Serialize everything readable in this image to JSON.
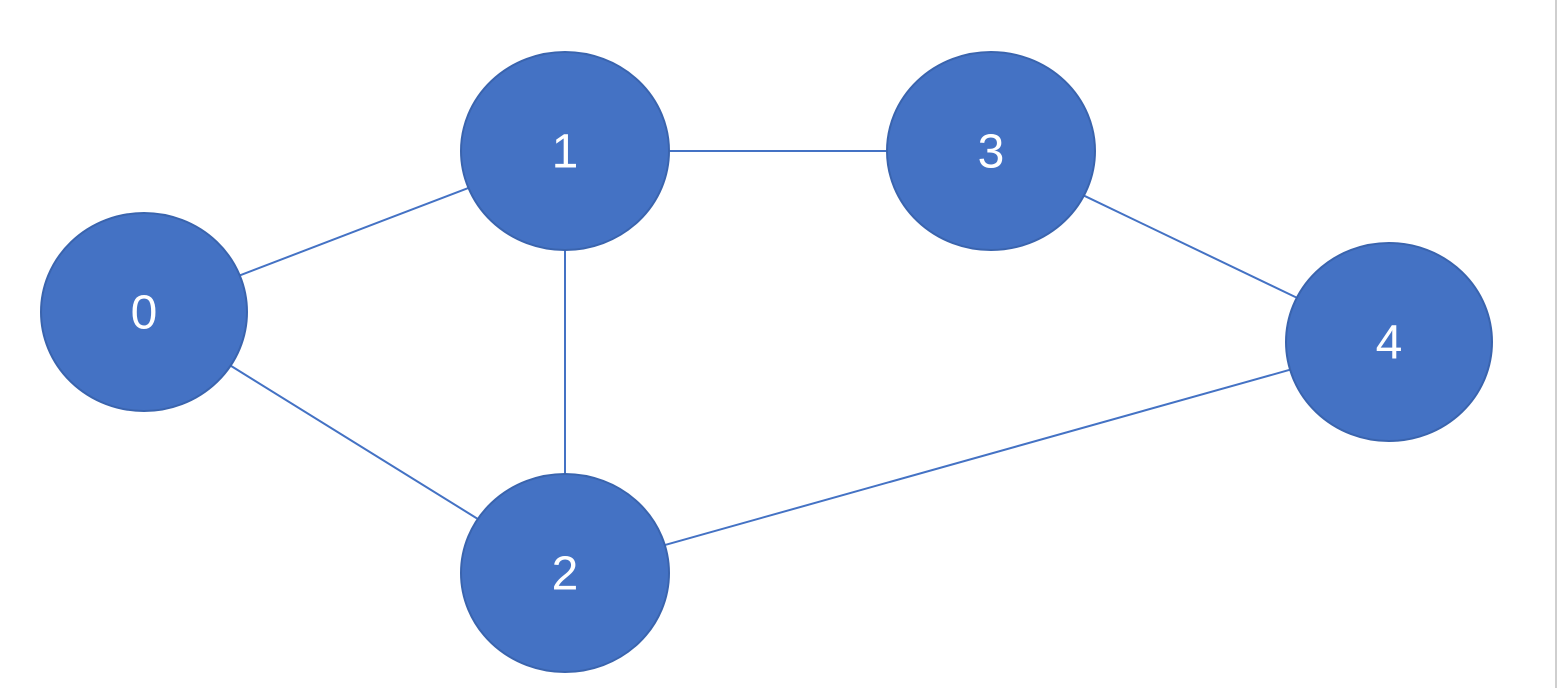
{
  "graph": {
    "nodes": [
      {
        "id": "0",
        "label": "0"
      },
      {
        "id": "1",
        "label": "1"
      },
      {
        "id": "2",
        "label": "2"
      },
      {
        "id": "3",
        "label": "3"
      },
      {
        "id": "4",
        "label": "4"
      }
    ],
    "edges": [
      {
        "from": "0",
        "to": "1"
      },
      {
        "from": "0",
        "to": "2"
      },
      {
        "from": "1",
        "to": "2"
      },
      {
        "from": "1",
        "to": "3"
      },
      {
        "from": "3",
        "to": "4"
      },
      {
        "from": "2",
        "to": "4"
      }
    ]
  },
  "style": {
    "node_fill": "#4472C4",
    "node_stroke": "#3A64AE",
    "edge_color": "#4472C4",
    "label_color": "#FFFFFF"
  }
}
